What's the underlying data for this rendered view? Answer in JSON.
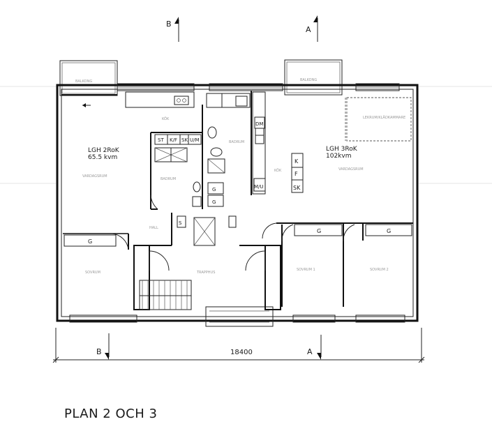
{
  "title": "PLAN 2 OCH 3",
  "section_markers": {
    "b_top": "B",
    "a_top": "A",
    "b_bottom": "B",
    "a_bottom": "A"
  },
  "dimension": "18400",
  "apartments": {
    "left": {
      "name": "LGH 2RoK",
      "area": "65.5 kvm"
    },
    "right": {
      "name": "LGH 3RoK",
      "area": "102kvm"
    }
  },
  "fixtures": {
    "st": "ST",
    "kf": "K/F",
    "sk": "SK",
    "ugn_mik": "U/M",
    "dm": "DM",
    "mu": "M/U",
    "k": "K",
    "f": "F",
    "sk2": "SK",
    "g": "G"
  }
}
